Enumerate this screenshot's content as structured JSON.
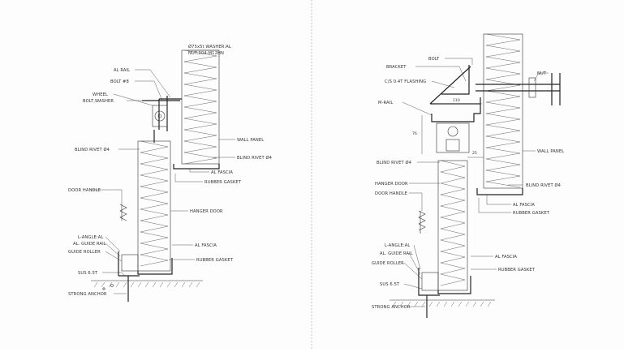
{
  "left_detail": {
    "labels": {
      "washer": "Ø75x5t WASHER:AL",
      "nut": "NUT:304-M12HN",
      "al_rail": "AL RAIL",
      "bolt": "BOLT #8",
      "wheel": "WHEEL",
      "bolt_washer": "BOLT,WASHER",
      "wall_panel": "WALL PANEL",
      "blind_rivet_left": "BLIND RIVET Ø4",
      "blind_rivet_right": "BLIND RIVET Ø4",
      "al_fascia_top": "AL FASCIA",
      "rubber_gasket_top": "RUBBER GASKET",
      "door_handle": "DOOR HANDLE",
      "hanger_door": "HANGER DOOR",
      "l_angle": "L-ANGLE:AL",
      "guide_rail": "AL. GUIDE RAIL",
      "guide_roller": "GUIDE ROLLER",
      "al_fascia_bottom": "AL FASCIA",
      "rubber_gasket_bottom": "RUBBER GASKET",
      "sus": "SUS 6.5T",
      "strong_anchor": "STRONG ANCHOR"
    }
  },
  "right_detail": {
    "labels": {
      "bolt": "BOLT",
      "bracket": "BRACKET",
      "nut": "NUT",
      "flashing": "C/S 0.4T FLASHING",
      "m_rail": "M-RAIL",
      "wall_panel": "WALL PANEL",
      "blind_rivet_left": "BLIND RIVET Ø4",
      "hanger_door": "HANGER DOOR",
      "door_handle": "DOOR HANDLE",
      "blind_rivet_right": "BLIND RIVET Ø4",
      "al_fascia_top": "AL FASCIA",
      "rubber_gasket_top": "RUBBER GASKET",
      "l_angle": "L-ANGLE:AL",
      "guide_rail": "AL. GUIDE RAIL",
      "guide_roller": "GUIDE ROLLER",
      "al_fascia_bottom": "AL FASCIA",
      "rubber_gasket_bottom": "RUBBER GASKET",
      "sus": "SUS 6.5T",
      "strong_anchor": "STRONG ANCHOR"
    },
    "dimensions": {
      "width": "110",
      "height": "76",
      "gap": "25"
    }
  }
}
